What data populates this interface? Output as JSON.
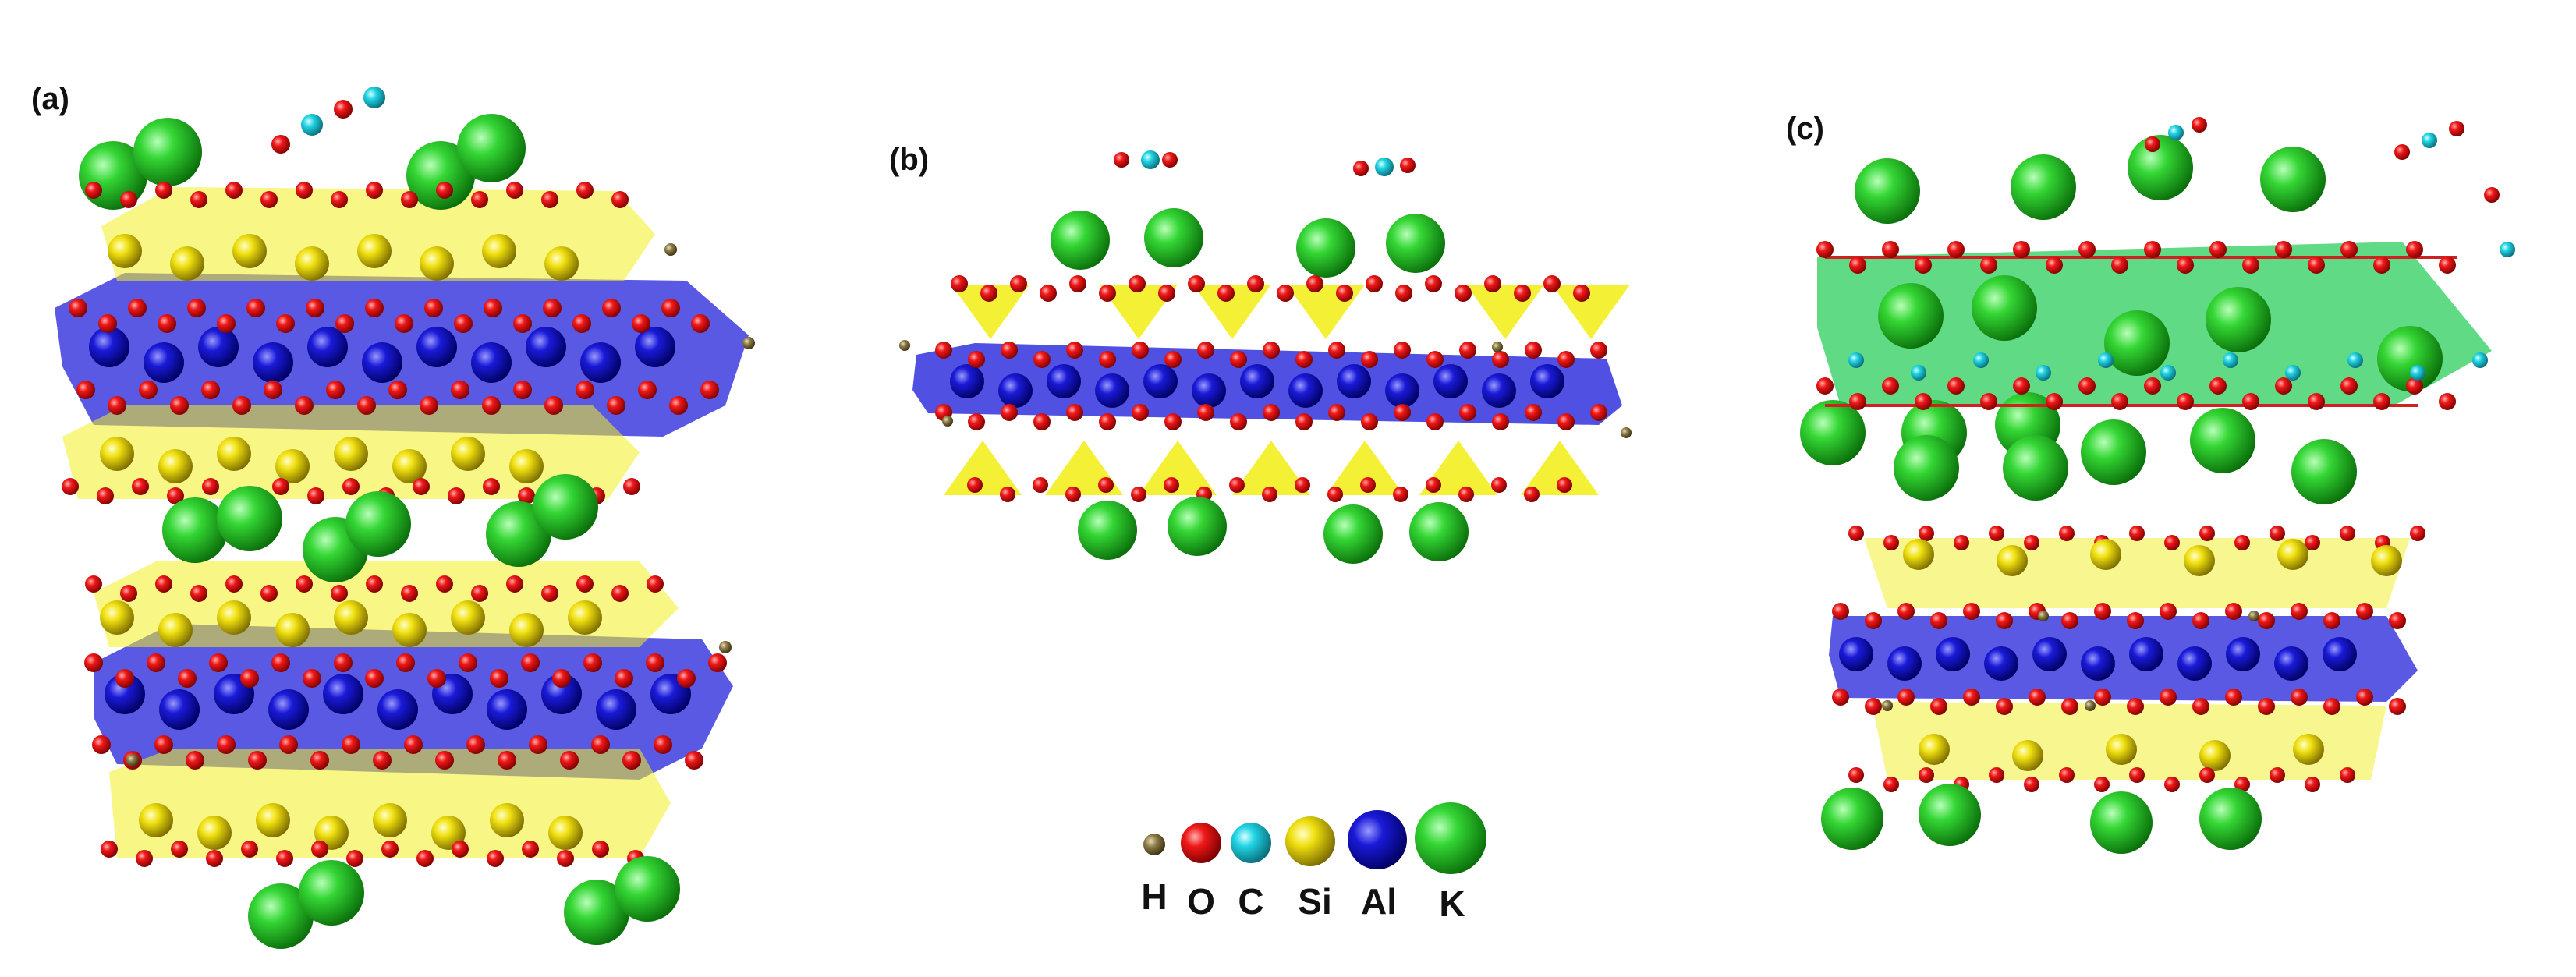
{
  "panels": [
    {
      "label": "(a)"
    },
    {
      "label": "(b)"
    },
    {
      "label": "(c)"
    }
  ],
  "legend": [
    {
      "symbol": "H",
      "color": "#7a6a3a"
    },
    {
      "symbol": "O",
      "color": "#ee1111"
    },
    {
      "symbol": "C",
      "color": "#22ccdd"
    },
    {
      "symbol": "Si",
      "color": "#e8d800"
    },
    {
      "symbol": "Al",
      "color": "#1515cc"
    },
    {
      "symbol": "K",
      "color": "#22bb22"
    }
  ],
  "colors": {
    "al_octahedra": "#2a2add",
    "si_tetrahedra": "#f2ee20",
    "k_polyhedra": "#22cc55"
  }
}
